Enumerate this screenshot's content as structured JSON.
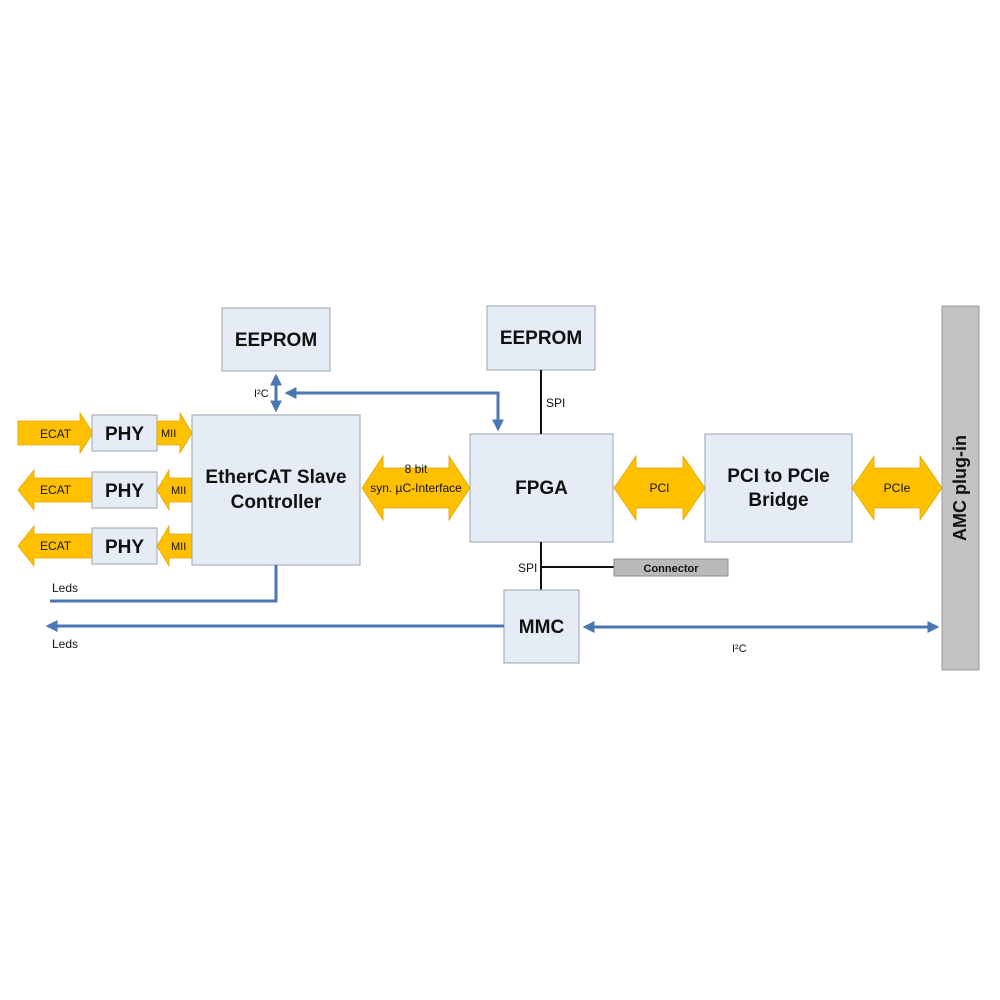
{
  "blocks": {
    "eeprom_left": "EEPROM",
    "eeprom_right": "EEPROM",
    "phy1": "PHY",
    "phy2": "PHY",
    "phy3": "PHY",
    "ethercat_line1": "EtherCAT Slave",
    "ethercat_line2": "Controller",
    "fpga": "FPGA",
    "bridge_line1": "PCI to PCIe",
    "bridge_line2": "Bridge",
    "mmc": "MMC",
    "connector": "Connector",
    "amc": "AMC plug-in"
  },
  "labels": {
    "ecat1": "ECAT",
    "ecat2": "ECAT",
    "ecat3": "ECAT",
    "mii1": "MII",
    "mii2": "MII",
    "mii3": "MII",
    "i2c_eeprom": "I²C",
    "spi_top": "SPI",
    "spi_bottom": "SPI",
    "bus_line1": "8 bit",
    "bus_line2": "syn. µC-Interface",
    "pci": "PCI",
    "pcie": "PCIe",
    "leds1": "Leds",
    "leds2": "Leds",
    "i2c_amc": "I²C"
  },
  "colors": {
    "block_fill": "#e6ecf6",
    "arrow_yellow": "#ffc000",
    "line_blue": "#4a77b4",
    "amc_gray": "#c3c3c3"
  }
}
